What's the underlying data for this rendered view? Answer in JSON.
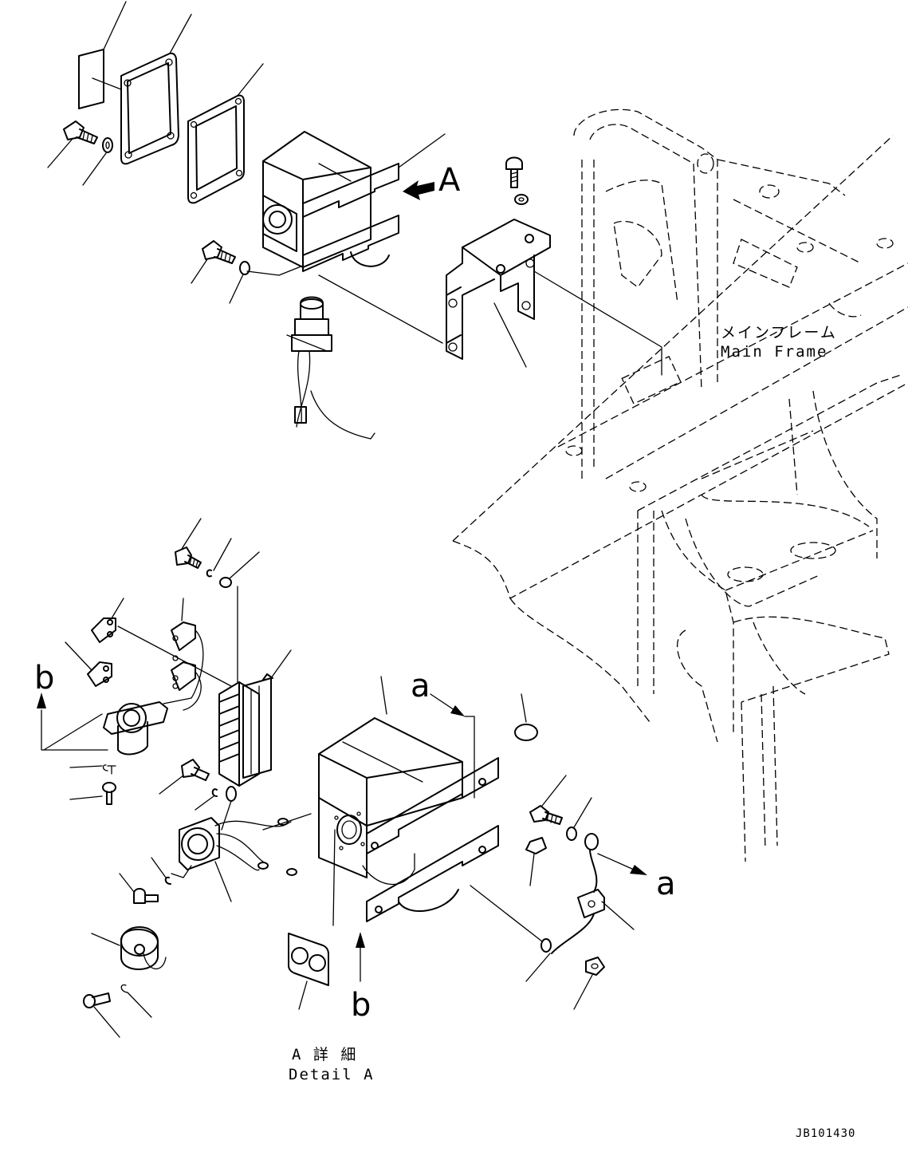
{
  "labels": {
    "view_marker": "A",
    "main_frame_jp": "メインフレーム",
    "main_frame_en": "Main Frame",
    "detail_jp": "A 詳 細",
    "detail_en": "Detail A",
    "ref_a_top": "a",
    "ref_a_right": "a",
    "ref_b_left": "b",
    "ref_b_bottom": "b",
    "drawing_code": "JB101430"
  }
}
